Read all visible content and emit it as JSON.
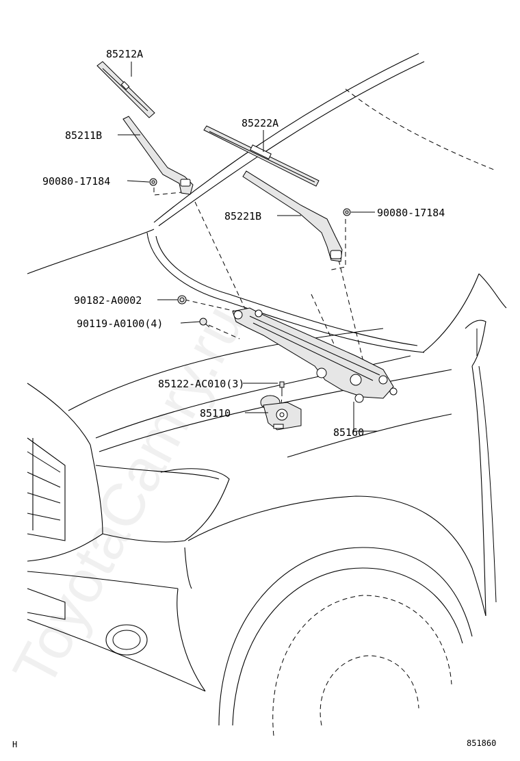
{
  "callouts": [
    {
      "id": "blade-rh",
      "text": "85212A"
    },
    {
      "id": "arm-rh",
      "text": "85211B"
    },
    {
      "id": "nut-rh",
      "text": "90080-17184"
    },
    {
      "id": "blade-lh",
      "text": "85222A"
    },
    {
      "id": "arm-lh",
      "text": "85221B"
    },
    {
      "id": "nut-lh",
      "text": "90080-17184"
    },
    {
      "id": "pivot-cap",
      "text": "90182-A0002"
    },
    {
      "id": "bolt-link",
      "text": "90119-A0100(4)"
    },
    {
      "id": "bolt-motor",
      "text": "85122-AC010(3)"
    },
    {
      "id": "motor",
      "text": "85110"
    },
    {
      "id": "link",
      "text": "85160"
    }
  ],
  "corner_left": "H",
  "corner_right": "851860",
  "watermark": "ToyotaCamry.ru"
}
